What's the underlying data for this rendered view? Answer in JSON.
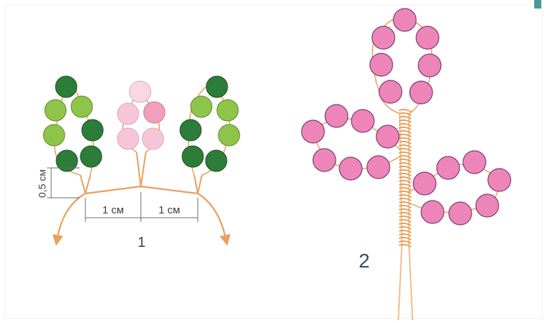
{
  "figure": {
    "labels": {
      "fig1": "1",
      "fig2": "2",
      "dim_vertical": "0,5 см",
      "dim_left": "1 см",
      "dim_right": "1 см"
    },
    "colors": {
      "wire": "#e8a05c",
      "wire_light": "#f1bd86",
      "bead_outline": "#7a3c74",
      "dark_green": "#2c7d3a",
      "light_green": "#8fc44a",
      "pink_bead": "#ee85b8",
      "pale_pink": "#f6c6d8",
      "mid_pink": "#f19fbc",
      "dim_line": "#6b6b6b",
      "text": "#3b3b4a",
      "corner": "#4a9a98"
    },
    "icons": {
      "corner": "corner-mark-icon"
    }
  }
}
